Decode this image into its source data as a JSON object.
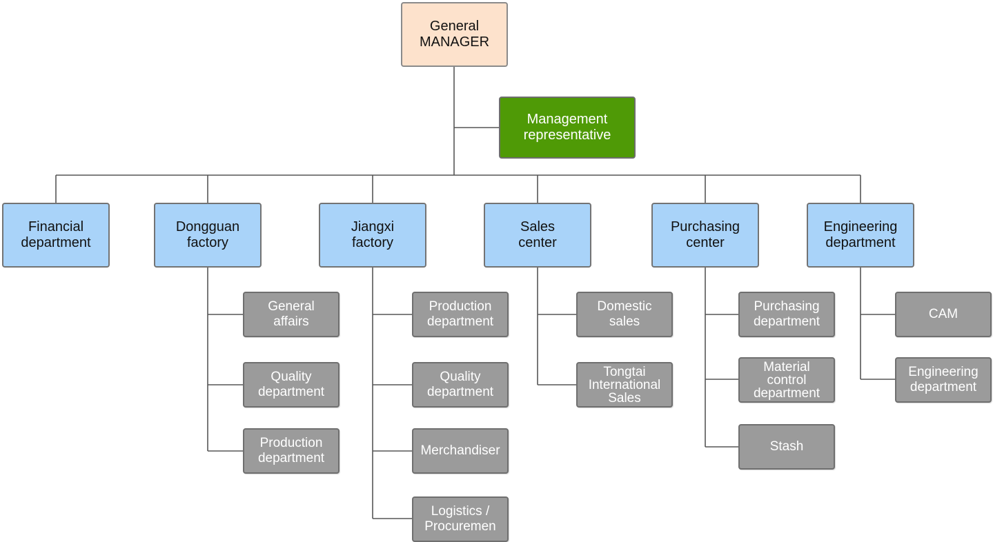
{
  "top": {
    "line1": "General",
    "line2": "MANAGER"
  },
  "representative": {
    "line1": "Management",
    "line2": "representative"
  },
  "departments": {
    "financial": {
      "line1": "Financial",
      "line2": "department"
    },
    "dongguan": {
      "line1": "Dongguan",
      "line2": "factory"
    },
    "jiangxi": {
      "line1": "Jiangxi",
      "line2": "factory"
    },
    "sales": {
      "line1": "Sales",
      "line2": "center"
    },
    "purchasing": {
      "line1": "Purchasing",
      "line2": "center"
    },
    "engineering": {
      "line1": "Engineering",
      "line2": "department"
    }
  },
  "dongguan_units": {
    "general_affairs": {
      "line1": "General",
      "line2": "affairs"
    },
    "quality": {
      "line1": "Quality",
      "line2": "department"
    },
    "production": {
      "line1": "Production",
      "line2": "department"
    }
  },
  "jiangxi_units": {
    "production": {
      "line1": "Production",
      "line2": "department"
    },
    "quality": {
      "line1": "Quality",
      "line2": "department"
    },
    "merchandiser": {
      "line1": "Merchandiser"
    },
    "logistics": {
      "line1": "Logistics /",
      "line2": "Procuremen"
    }
  },
  "sales_units": {
    "domestic": {
      "line1": "Domestic",
      "line2": "sales"
    },
    "tongtai": {
      "line1": "Tongtai",
      "line2": "International",
      "line3": "Sales"
    }
  },
  "purchasing_units": {
    "purchasing": {
      "line1": "Purchasing",
      "line2": "department"
    },
    "material": {
      "line1": "Material",
      "line2": "control",
      "line3": "department"
    },
    "stash": {
      "line1": "Stash"
    }
  },
  "engineering_units": {
    "cam": {
      "line1": "CAM"
    },
    "engineering": {
      "line1": "Engineering",
      "line2": "department"
    }
  }
}
